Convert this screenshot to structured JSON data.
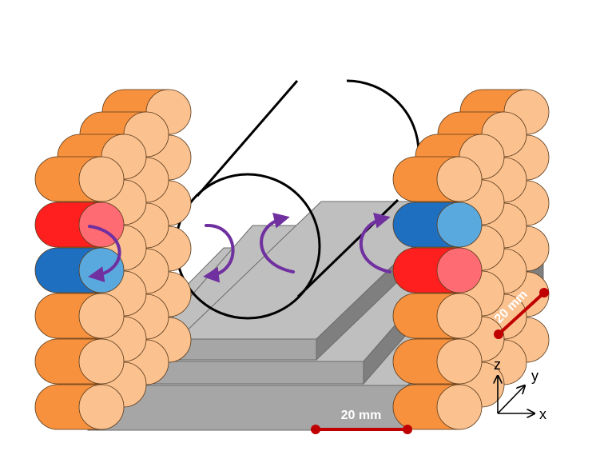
{
  "labels": {
    "scale_front": "20 mm",
    "scale_side": "20 mm",
    "axis_z": "z",
    "axis_y": "y",
    "axis_x": "x"
  },
  "colors": {
    "rod_orange_side": "#f7913d",
    "rod_orange_face": "#fbc18f",
    "rod_red_side": "#ff1f1f",
    "rod_red_face": "#ff6b73",
    "rod_blue_side": "#1f6fc0",
    "rod_blue_face": "#5aa9de",
    "arrow_purple": "#7030a0",
    "scale_bar": "#c00000",
    "slab_top": "#bfbfbf",
    "slab_front": "#a6a6a6",
    "slab_side": "#7f7f7f"
  },
  "icons": [
    "rotation-arrow-icon",
    "scale-bar-icon",
    "axis-triad-icon"
  ]
}
